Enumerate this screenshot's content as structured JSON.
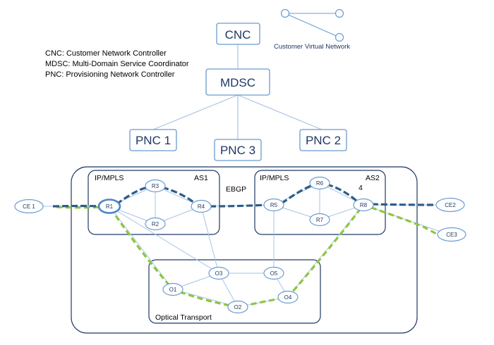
{
  "legend": [
    "CNC: Customer Network Controller",
    "MDSC: Multi-Domain Service Coordinator",
    "PNC: Provisioning Network Controller"
  ],
  "customer_vn_label": "Customer Virtual Network",
  "controllers": {
    "cnc": "CNC",
    "mdsc": "MDSC",
    "pnc1": "PNC 1",
    "pnc2": "PNC 2",
    "pnc3": "PNC 3"
  },
  "areas": {
    "as1_tech": "IP/MPLS",
    "as1_name": "AS1",
    "as2_tech": "IP/MPLS",
    "as2_name": "AS2",
    "ebgp": "EBGP",
    "optical": "Optical Transport",
    "hop_number": "4"
  },
  "nodes": {
    "ce1": "CE 1",
    "ce2": "CE2",
    "ce3": "CE3",
    "r1": "R1",
    "r2": "R2",
    "r3": "R3",
    "r4": "R4",
    "r5": "R5",
    "r6": "R6",
    "r7": "R7",
    "r8": "R8",
    "o1": "O1",
    "o2": "O2",
    "o3": "O3",
    "o4": "O4",
    "o5": "O5"
  },
  "colors": {
    "node_stroke": "#6b9bd1",
    "link": "#a7c3e3",
    "box_stroke": "#1f3864",
    "ip_path": "#2e5c8a",
    "optical_path": "#8dc63f"
  }
}
